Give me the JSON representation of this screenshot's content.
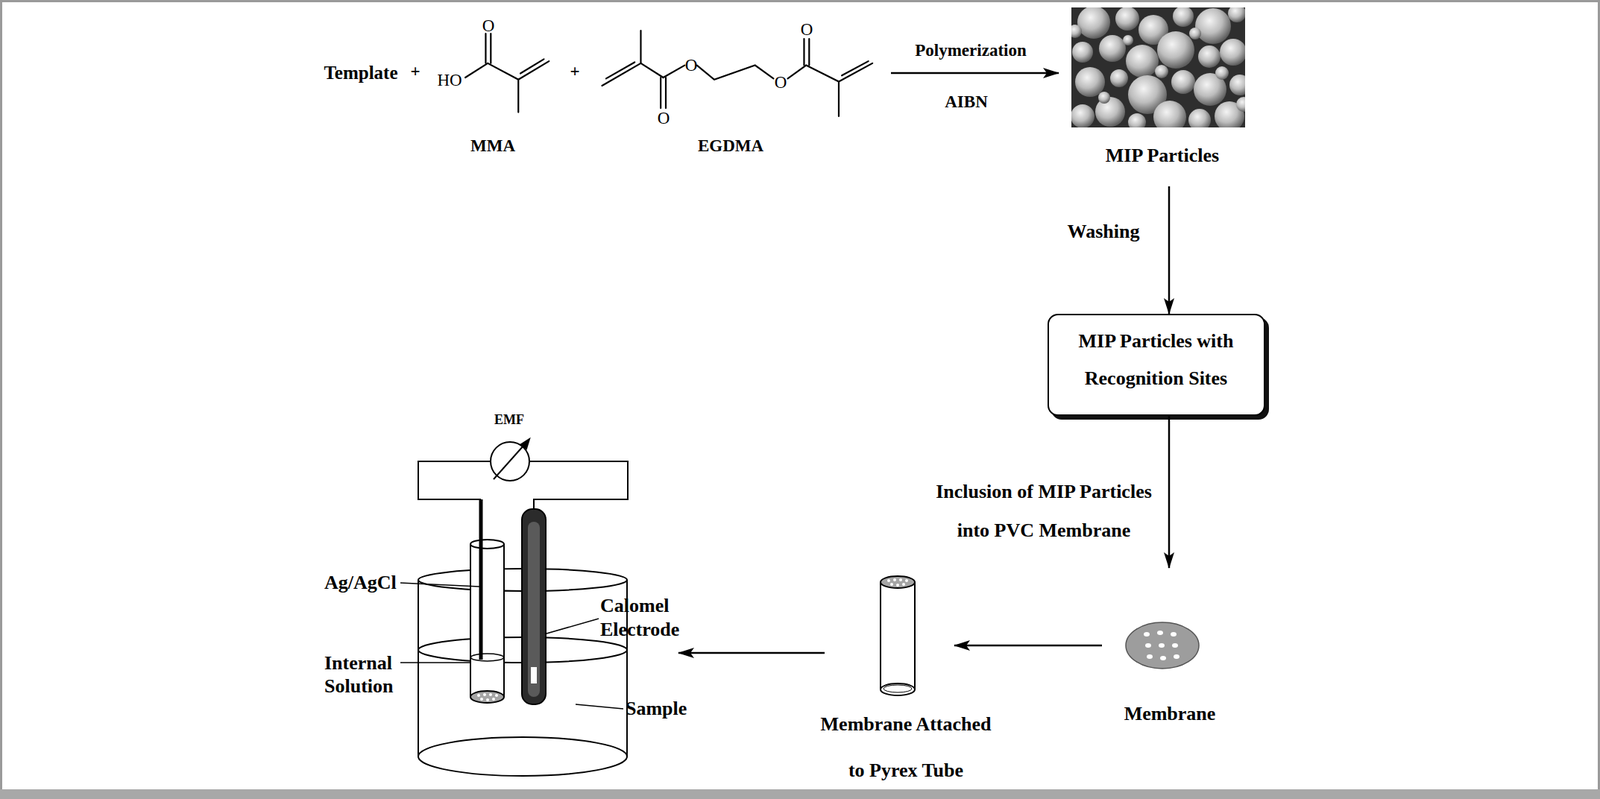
{
  "diagram": {
    "nodes": [
      {
        "text": [
          "MMA"
        ]
      },
      {
        "text": [
          "EGDMA"
        ]
      },
      {
        "text": [
          "MIP Particles"
        ]
      },
      {
        "text": [
          "MIP Particles with Recognition Sites"
        ]
      },
      {
        "text": [
          "Membrane"
        ]
      },
      {
        "text": [
          "Membrane Attached to Pyrex Tube"
        ]
      },
      {
        "text": [
          "EMF",
          "Ag/AgCl",
          "Internal Solution",
          "Calomel Electrode",
          "Sample"
        ]
      }
    ],
    "edges": [
      {
        "from": 1,
        "to": 2,
        "arrow": "to",
        "label": "Polymerization"
      },
      {
        "from": 2,
        "to": 3,
        "arrow": "to",
        "label": "Washing"
      },
      {
        "from": 3,
        "to": 4,
        "arrow": "to",
        "label": "Inclusion of MIP Particles into PVC Membrane"
      },
      {
        "from": 4,
        "to": 5,
        "arrow": "to"
      },
      {
        "from": 5,
        "to": 6,
        "arrow": "to"
      }
    ],
    "labels": [
      "Template",
      "+",
      "HO",
      "O",
      "+",
      "O",
      "O",
      "O",
      "O",
      "AIBN"
    ]
  }
}
